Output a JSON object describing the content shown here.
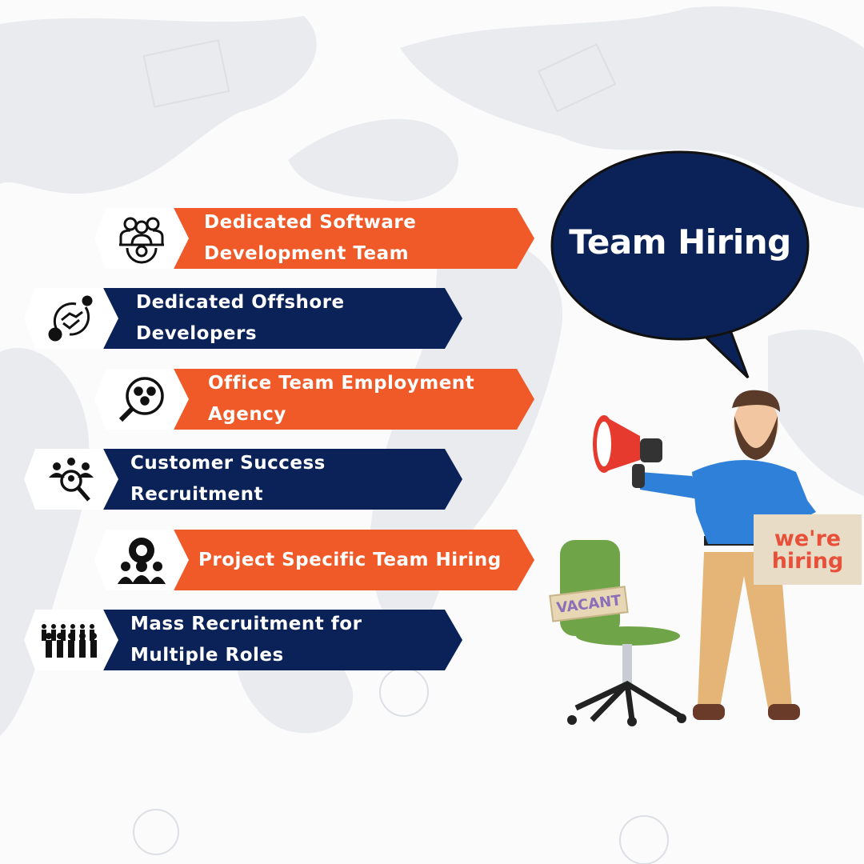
{
  "title": "Team Hiring",
  "services": [
    {
      "label": "Dedicated Software Development Team",
      "icon": "team-gear-icon",
      "color": "#f05a28"
    },
    {
      "label": "Dedicated Offshore Developers",
      "icon": "handshake-cycle-icon",
      "color": "#0b2258"
    },
    {
      "label": "Office Team Employment Agency",
      "icon": "search-team-icon",
      "color": "#f05a28"
    },
    {
      "label": "Customer Success Recruitment",
      "icon": "recruitment-search-icon",
      "color": "#0b2258"
    },
    {
      "label": "Project Specific Team Hiring",
      "icon": "team-gear-icon",
      "color": "#f05a28"
    },
    {
      "label": "Mass Recruitment for Multiple Roles",
      "icon": "crowd-icon",
      "color": "#0b2258"
    }
  ],
  "illustration": {
    "sign_text": "we're hiring",
    "chair_tag": "VACANT"
  }
}
